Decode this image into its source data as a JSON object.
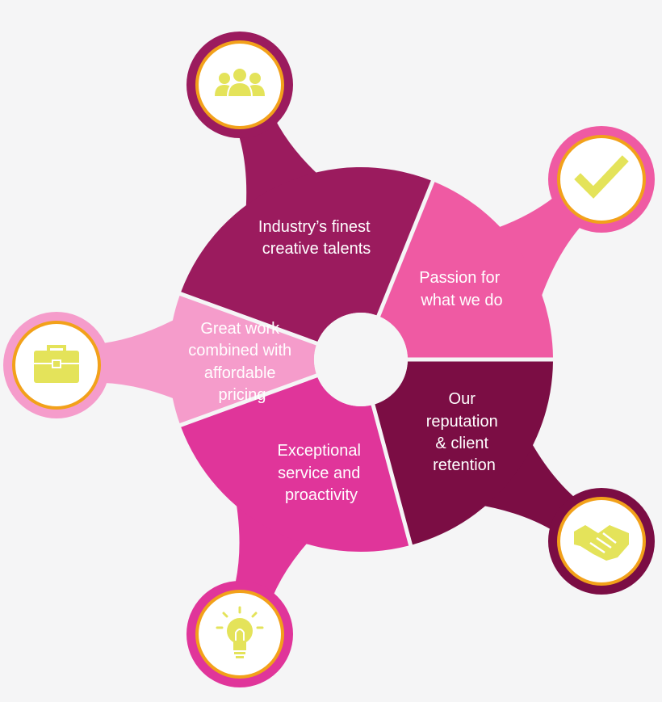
{
  "segments": [
    {
      "id": "talents",
      "lines": [
        "Industry’s finest",
        "creative talents"
      ],
      "color": "#9b1b5e",
      "icon": "people-icon"
    },
    {
      "id": "passion",
      "lines": [
        "Passion for",
        "what we do"
      ],
      "color": "#ef5aa3",
      "icon": "checkmark-icon"
    },
    {
      "id": "reputation",
      "lines": [
        "Our",
        "reputation",
        "& client",
        "retention"
      ],
      "color": "#7b0d44",
      "icon": "handshake-icon"
    },
    {
      "id": "service",
      "lines": [
        "Exceptional",
        "service and",
        "proactivity"
      ],
      "color": "#e0359a",
      "icon": "lightbulb-icon"
    },
    {
      "id": "pricing",
      "lines": [
        "Great work",
        "combined with",
        "affordable",
        "pricing"
      ],
      "color": "#f59ccb",
      "icon": "briefcase-icon"
    }
  ],
  "colors": {
    "background": "#f5f5f6",
    "center": "#f5f5f6",
    "icon": "#e4e35a",
    "ring": "#f2a11a",
    "icon_disc": "#ffffff"
  }
}
